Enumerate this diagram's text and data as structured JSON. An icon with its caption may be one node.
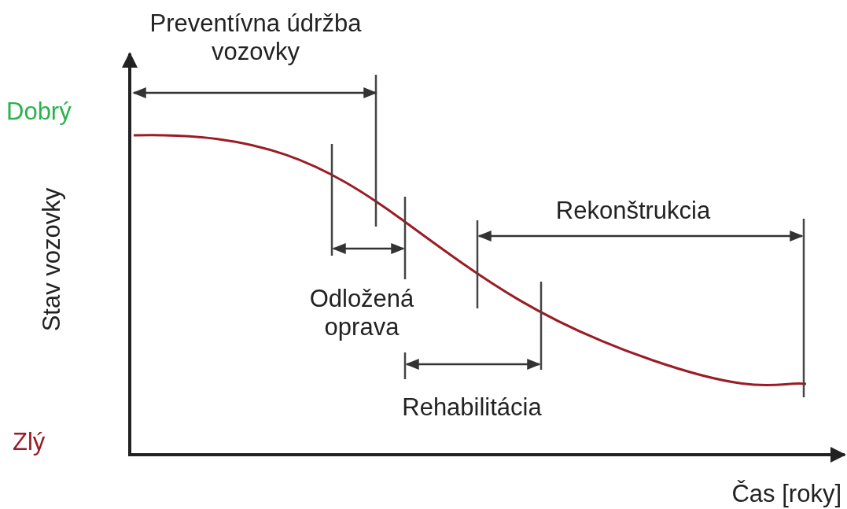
{
  "diagram": {
    "labels": [
      "Preventívna údržba vozovky",
      "Dobrý",
      "Stav vozovky",
      "Rekonštrukcia",
      "Odložená oprava",
      "Rehabilitácia",
      "Zlý",
      "Čas [roky]"
    ]
  }
}
